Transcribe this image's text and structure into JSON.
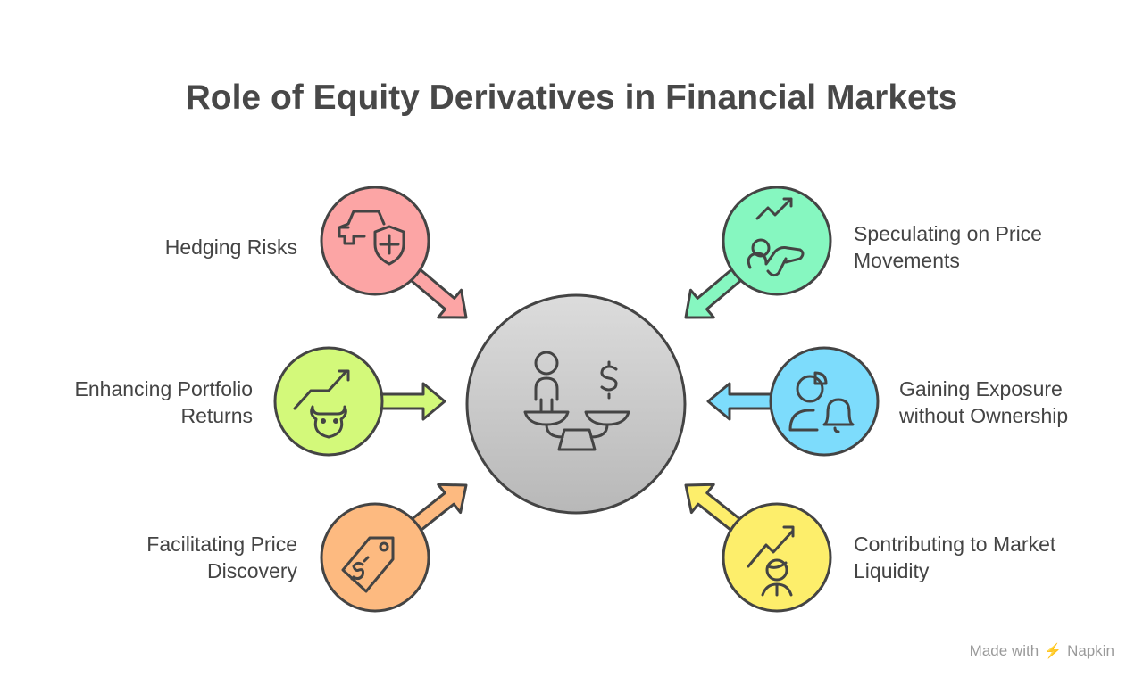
{
  "title": "Role of Equity Derivatives in Financial Markets",
  "center": {
    "icon": "scale-person-dollar-icon"
  },
  "items": [
    {
      "label_lines": [
        "Hedging Risks"
      ],
      "icon": "car-shield-icon",
      "color": "#FCA5A5"
    },
    {
      "label_lines": [
        "Speculating on Price",
        "Movements"
      ],
      "icon": "trend-person-icon",
      "color": "#86F7C0"
    },
    {
      "label_lines": [
        "Enhancing Portfolio",
        "Returns"
      ],
      "icon": "bull-trend-icon",
      "color": "#D3F97A"
    },
    {
      "label_lines": [
        "Gaining Exposure",
        "without Ownership"
      ],
      "icon": "pie-person-bell-icon",
      "color": "#7DDCFC"
    },
    {
      "label_lines": [
        "Facilitating Price",
        "Discovery"
      ],
      "icon": "price-tag-icon",
      "color": "#FDBA80"
    },
    {
      "label_lines": [
        "Contributing to Market",
        "Liquidity"
      ],
      "icon": "person-trend-icon",
      "color": "#FDEE6B"
    }
  ],
  "footer": {
    "made_with": "Made with",
    "brand": "Napkin"
  }
}
